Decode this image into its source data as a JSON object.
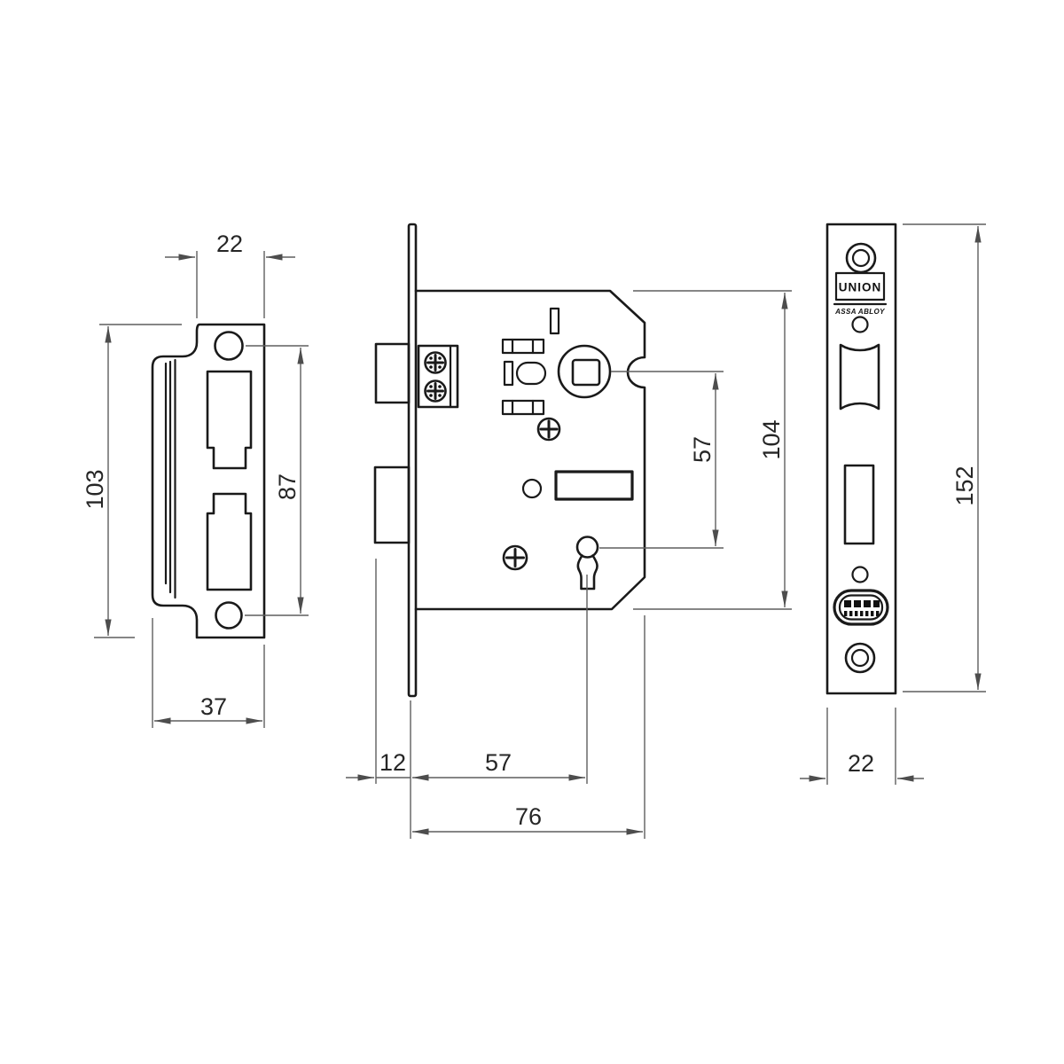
{
  "drawing": {
    "kind": "dimensioned line drawing, three orthographic views of a mortice lock",
    "units_shown": "millimetre values only"
  },
  "brand": {
    "name": "UNION",
    "group": "ASSA ABLOY"
  },
  "views": {
    "strike_plate": {
      "dim_top_width": "22",
      "dim_height": "103",
      "dim_hole_spacing": "87",
      "dim_width": "37"
    },
    "lock_body": {
      "dim_case_height": "104",
      "dim_spindle_to_keyhole": "57",
      "dim_bolt_to_faceplate": "12",
      "dim_backset": "57",
      "dim_case_depth": "76"
    },
    "faceplate": {
      "dim_height": "152",
      "dim_width": "22"
    }
  },
  "icons": {
    "phillips_screw": "phillips-screw-icon",
    "screw_hole": "screw-hole-icon",
    "keyhole": "keyhole-icon",
    "spindle_follower": "square-spindle-hole-icon",
    "approval_stamp": "certification-stamp-icon"
  },
  "colors": {
    "outline": "#1a1a1a",
    "dimension_line": "#5f5f5f",
    "background": "#ffffff"
  }
}
